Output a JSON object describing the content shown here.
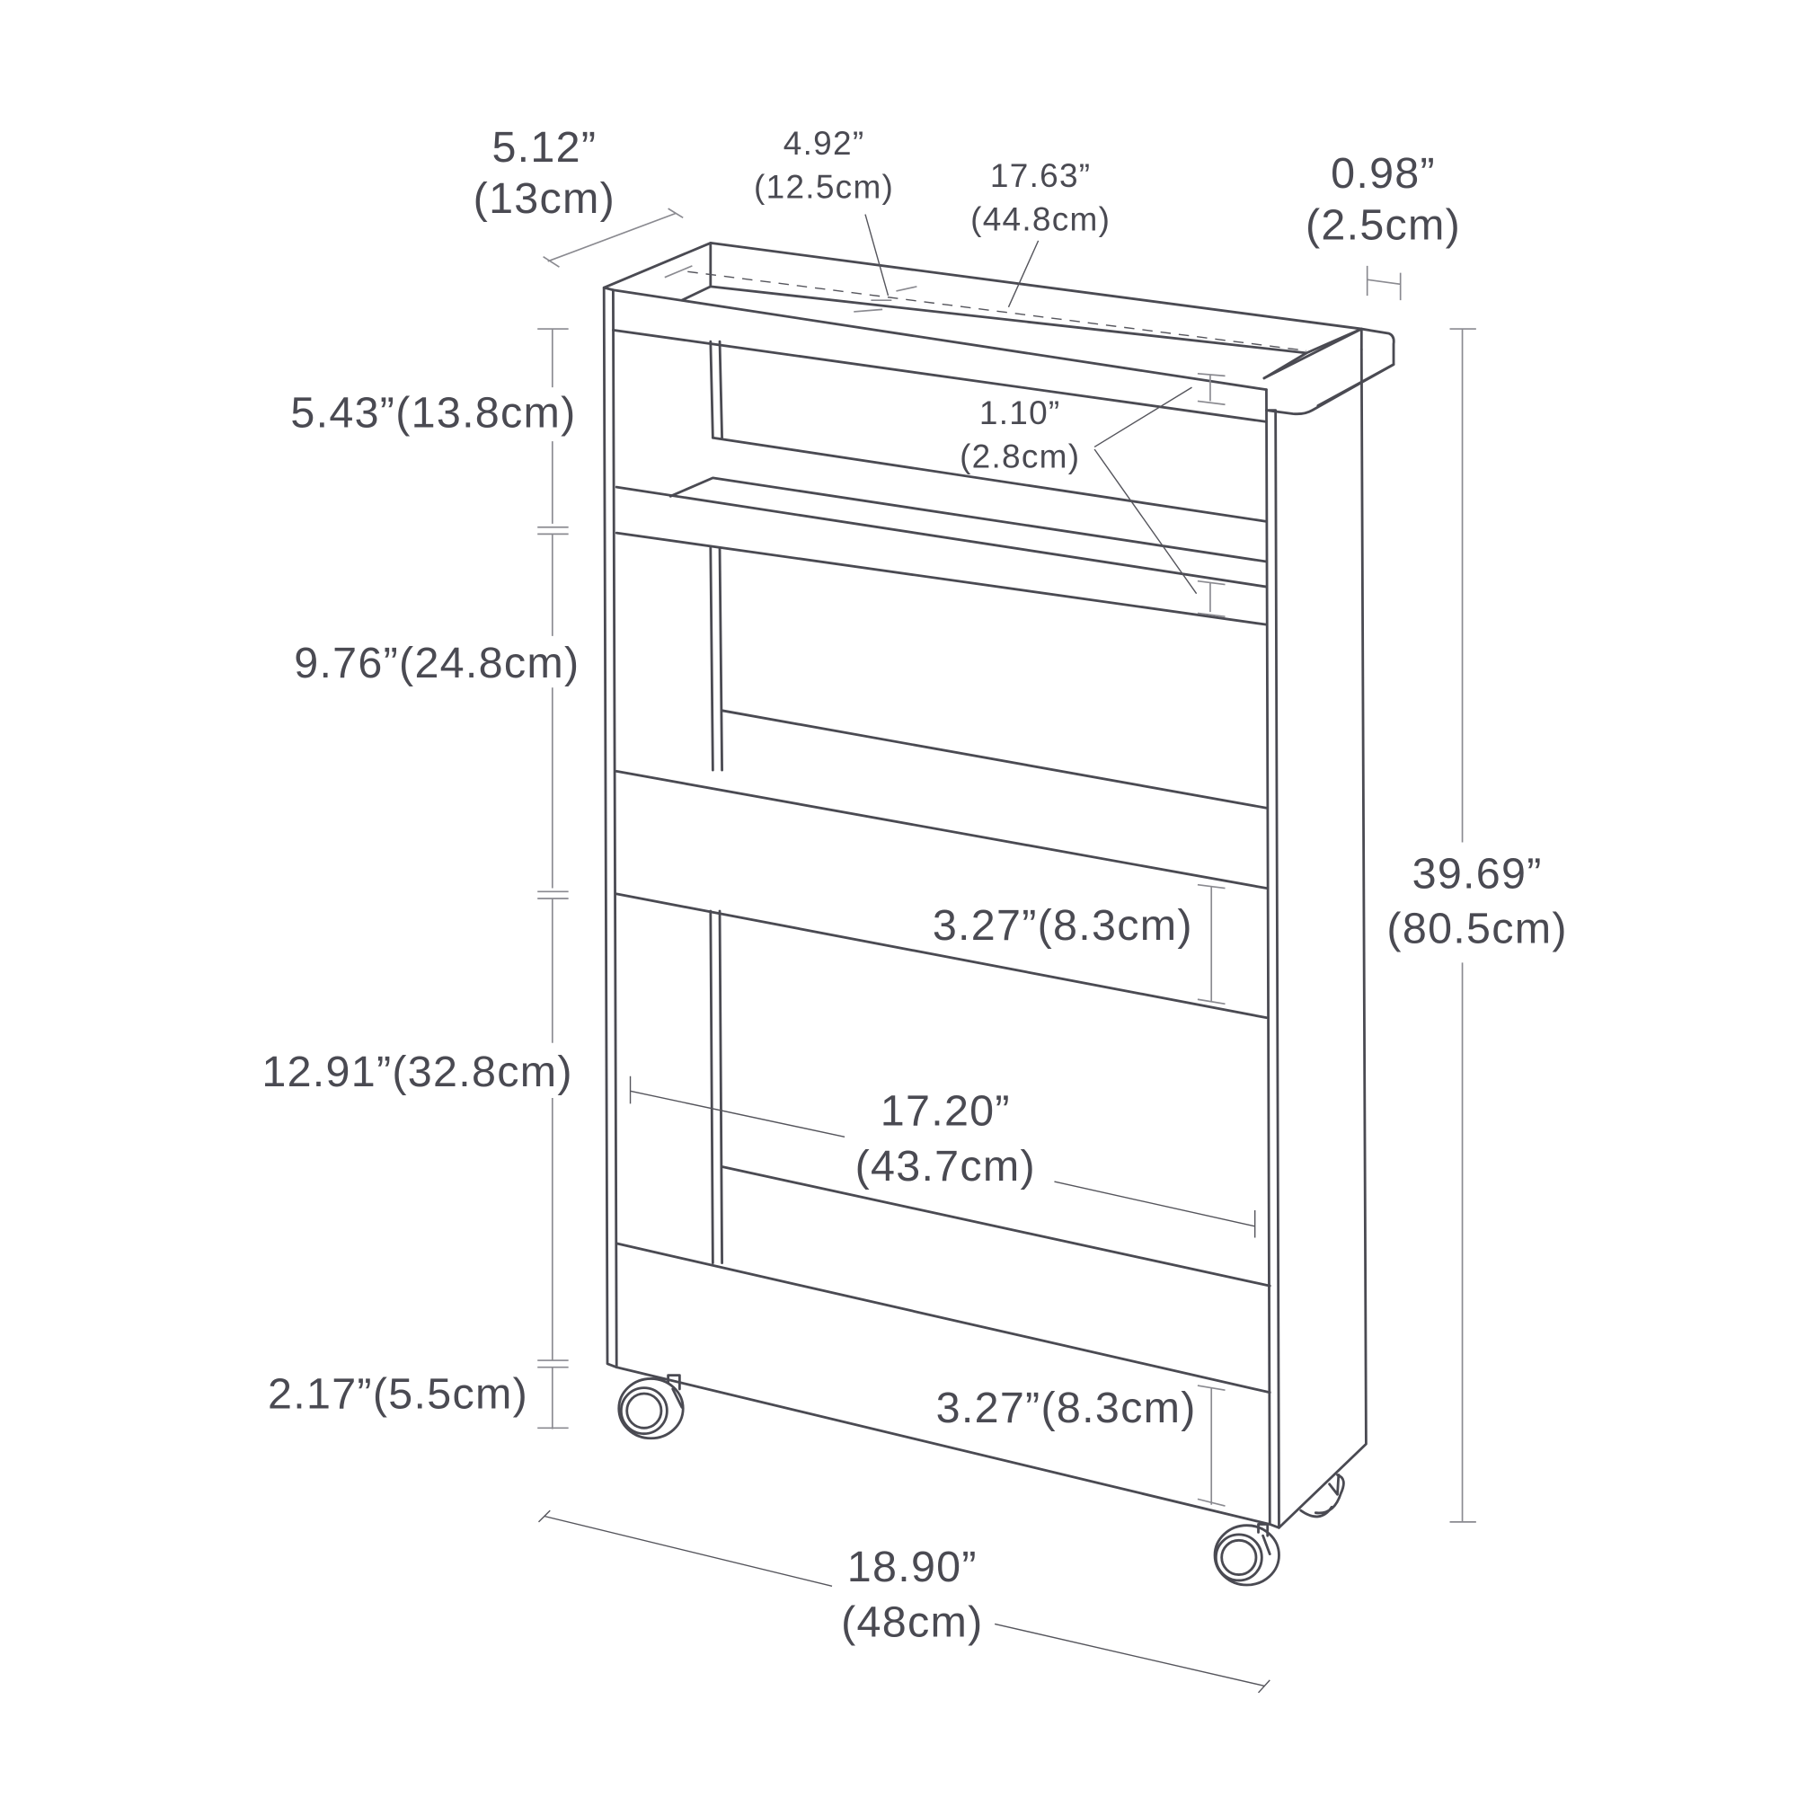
{
  "diagram": {
    "subject": "slim rolling storage cart with 3 shelves and casters",
    "colors": {
      "line": "#4a4a52",
      "dimension_line": "#8a8a90",
      "text": "#4a4a52",
      "background": "#ffffff"
    },
    "dimensions": {
      "depth": {
        "inch": "5.12”",
        "cm": "(13cm)"
      },
      "inner_depth": {
        "inch": "4.92”",
        "cm": "(12.5cm)"
      },
      "inner_width": {
        "inch": "17.63”",
        "cm": "(44.8cm)"
      },
      "handle_thickness": {
        "inch": "0.98”",
        "cm": "(2.5cm)"
      },
      "top_section": {
        "label": "5.43”(13.8cm)"
      },
      "rail_height": {
        "inch": "1.10”",
        "cm": "(2.8cm)"
      },
      "middle_section": {
        "label": "9.76”(24.8cm)"
      },
      "total_height": {
        "inch": "39.69”",
        "cm": "(80.5cm)"
      },
      "shelf_lip_upper": {
        "label": "3.27”(8.3cm)"
      },
      "lower_section": {
        "label": "12.91”(32.8cm)"
      },
      "shelf_width": {
        "inch": "17.20”",
        "cm": "(43.7cm)"
      },
      "caster_height": {
        "label": "2.17”(5.5cm)"
      },
      "shelf_lip_lower": {
        "label": "3.27”(8.3cm)"
      },
      "total_width": {
        "inch": "18.90”",
        "cm": "(48cm)"
      }
    }
  }
}
